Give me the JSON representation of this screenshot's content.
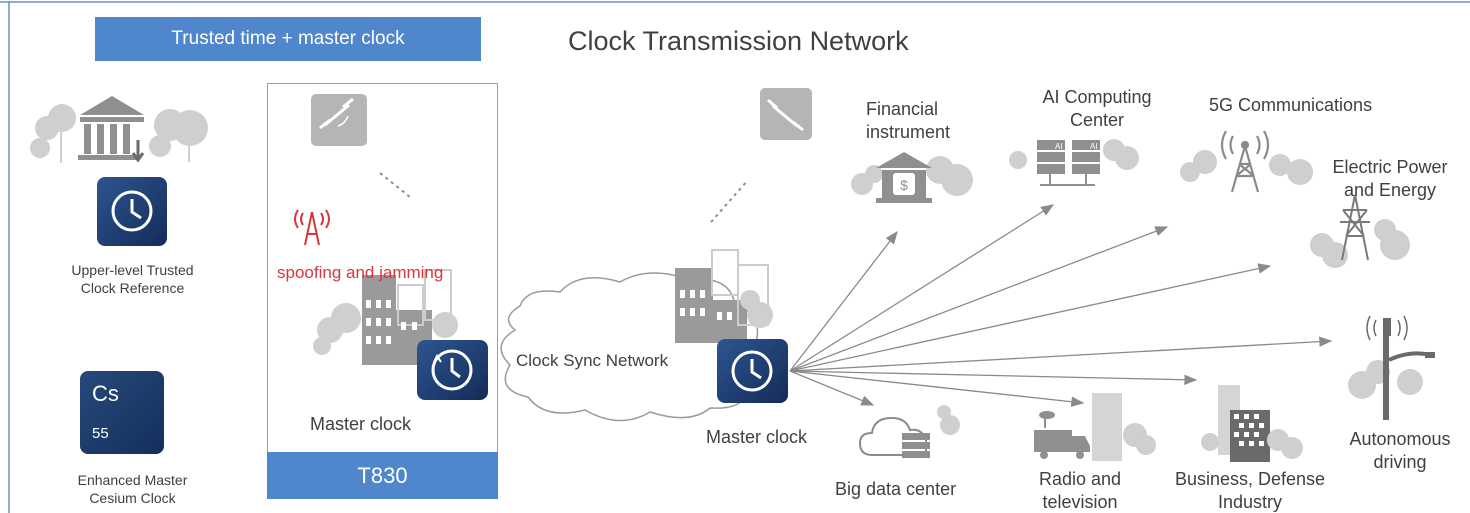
{
  "banner": {
    "label": "Trusted time + master clock"
  },
  "title": "Clock Transmission Network",
  "left": {
    "upper_reference": "Upper-level Trusted\nClock Reference",
    "cesium_symbol": "Cs",
    "cesium_number": "55",
    "cesium_label": "Enhanced Master\nCesium Clock"
  },
  "t830": {
    "spoofing": "spoofing and jamming",
    "master_clock": "Master clock",
    "product": "T830"
  },
  "center": {
    "cloud_label": "Clock Sync Network",
    "master_clock": "Master clock"
  },
  "destinations": {
    "financial": "Financial\ninstrument",
    "ai": "AI Computing\nCenter",
    "fiveg": "5G Communications",
    "power": "Electric Power\nand Energy",
    "autonomous": "Autonomous\ndriving",
    "business": "Business, Defense\nIndustry",
    "radio": "Radio and\ntelevision",
    "bigdata": "Big data center"
  },
  "colors": {
    "accent": "#4f86cc",
    "clock_icon": "#1f3c6e",
    "alert": "#d9363e",
    "gray": "#b4b4b4",
    "text": "#404040"
  },
  "icons": [
    "bank-icon",
    "clock-icon",
    "cesium-atom-icon",
    "satellite-icon",
    "radio-tower-icon",
    "building-icon",
    "cloud-icon",
    "sync-clock-icon",
    "server-icon",
    "transmission-tower-icon",
    "street-light-icon",
    "broadcast-van-icon",
    "tree-icon"
  ]
}
